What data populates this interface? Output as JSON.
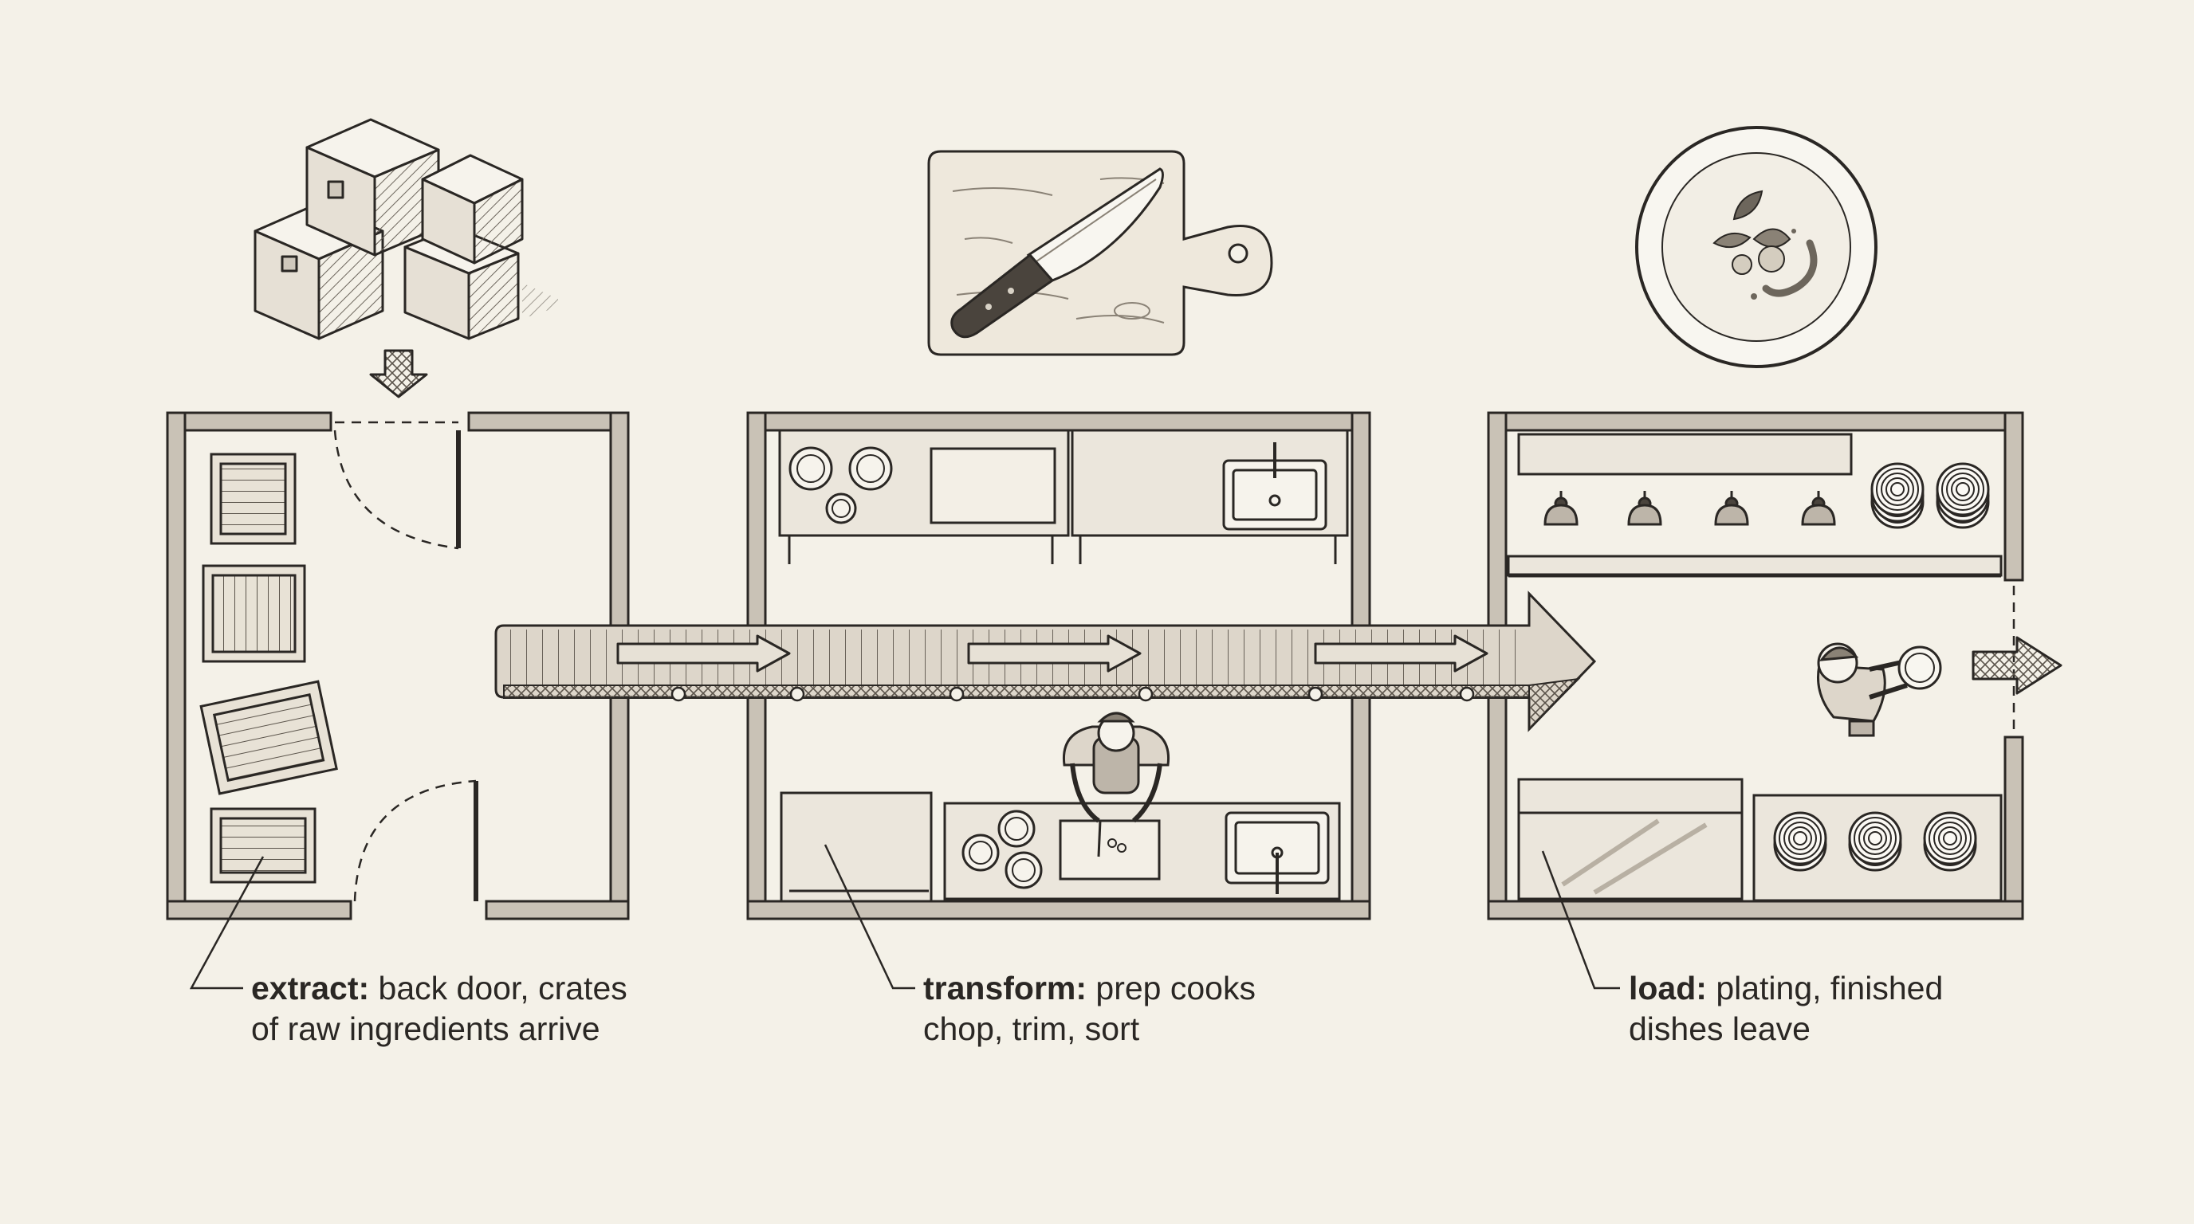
{
  "stages": [
    {
      "key": "extract",
      "label": "extract:",
      "line1": " back door, crates",
      "line2": "of raw ingredients arrive"
    },
    {
      "key": "transform",
      "label": "transform:",
      "line1": " prep cooks",
      "line2": "chop, trim, sort"
    },
    {
      "key": "load",
      "label": "load:",
      "line1": " plating, finished",
      "line2": "dishes leave"
    }
  ],
  "icons": {
    "extract": "stacked-boxes-icon",
    "transform": "cutting-board-knife-icon",
    "load": "plated-dish-icon"
  },
  "colors": {
    "background": "#f4f1e8",
    "ink": "#2a2724",
    "wall_fill": "#c9c2b6",
    "counter_fill": "#ebe6dc",
    "conveyor_fill": "#ddd6ca"
  }
}
